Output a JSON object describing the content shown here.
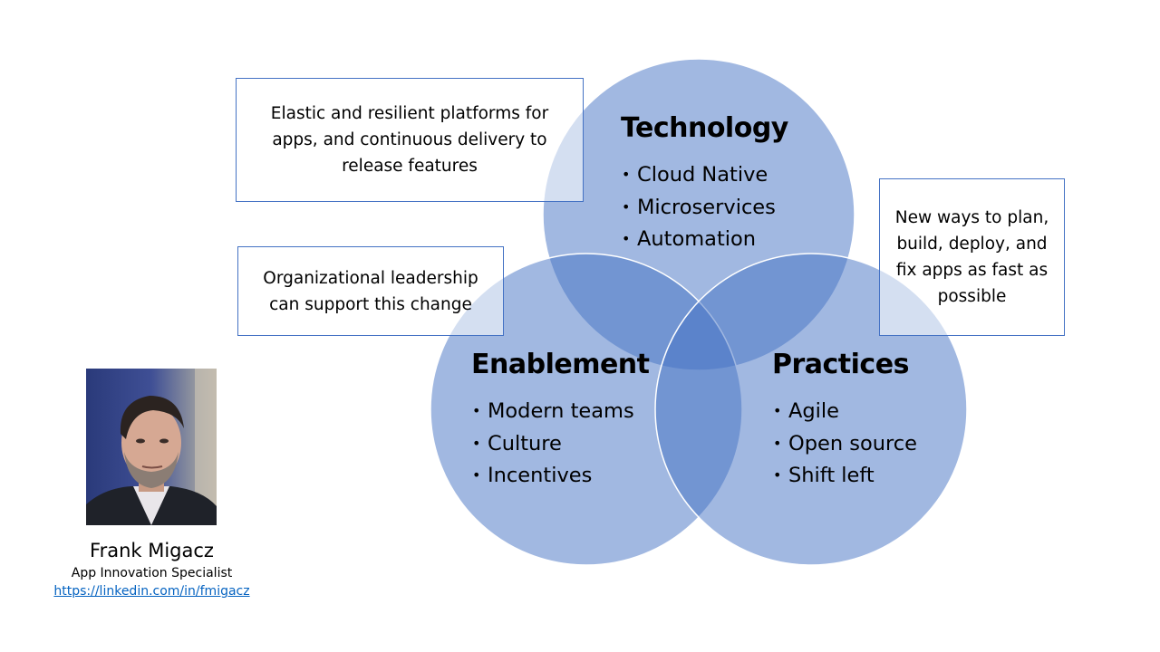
{
  "circles": {
    "technology": {
      "title": "Technology",
      "items": [
        "Cloud Native",
        "Microservices",
        "Automation"
      ]
    },
    "enablement": {
      "title": "Enablement",
      "items": [
        "Modern teams",
        "Culture",
        "Incentives"
      ]
    },
    "practices": {
      "title": "Practices",
      "items": [
        "Agile",
        "Open source",
        "Shift left"
      ]
    }
  },
  "notes": {
    "technology": [
      "Elastic and resilient platforms for",
      "apps, and continuous delivery to",
      "release features"
    ],
    "enablement": [
      "Organizational leadership",
      "can support this change"
    ],
    "practices": [
      "New ways to plan,",
      "build, deploy, and",
      "fix apps as fast as",
      "possible"
    ]
  },
  "presenter": {
    "name": "Frank Migacz",
    "role": "App Innovation Specialist",
    "link": "https://linkedin.com/in/fmigacz"
  },
  "colors": {
    "circle_fill": "#4472c4",
    "note_border": "#4472c4",
    "link": "#0563c1"
  }
}
